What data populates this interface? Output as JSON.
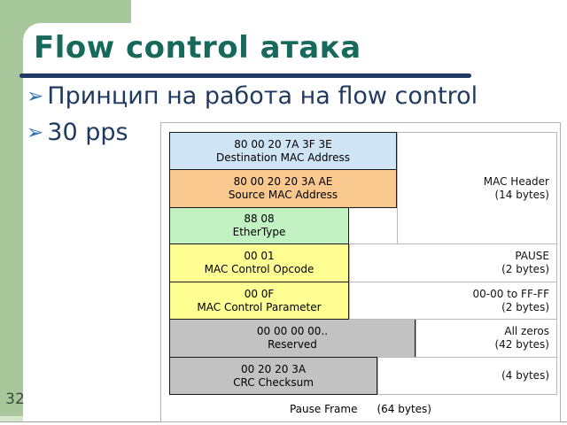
{
  "slide": {
    "number": "32",
    "title": "Flow control атака",
    "bullet_char": "➢",
    "bullets": [
      {
        "text": "Принцип на работа на flow control"
      },
      {
        "text": "30 pps"
      }
    ]
  },
  "diagram": {
    "fields": [
      {
        "hex": "80 00 20 7A 3F 3E",
        "name": "Destination MAC Address"
      },
      {
        "hex": "80 00 20 20 3A AE",
        "name": "Source MAC Address"
      },
      {
        "hex": "88 08",
        "name": "EtherType"
      },
      {
        "hex": "00 01",
        "name": "MAC Control Opcode"
      },
      {
        "hex": "00 0F",
        "name": "MAC Control Parameter"
      },
      {
        "hex": "00 00 00 00..",
        "name": "Reserved"
      },
      {
        "hex": "00 20 20 3A",
        "name": "CRC Checksum"
      }
    ],
    "labels": [
      {
        "line1": "MAC Header",
        "line2": "(14 bytes)"
      },
      {
        "line1": "PAUSE",
        "line2": "(2 bytes)"
      },
      {
        "line1": "00-00 to FF-FF",
        "line2": "(2 bytes)"
      },
      {
        "line1": "All zeros",
        "line2": "(42 bytes)"
      },
      {
        "line1": "",
        "line2": "(4 bytes)"
      }
    ],
    "caption": {
      "left": "Pause Frame",
      "right": "(64 bytes)"
    }
  },
  "colors": {
    "accent_green": "#a7c89b",
    "title_teal": "#17695c",
    "rule_navy": "#1f3864",
    "bullet_blue": "#2e74b5",
    "field_blue": "#cfe4f4",
    "field_orange": "#f9c88e",
    "field_green": "#c2f2c2",
    "field_yellow": "#ffff94",
    "field_gray": "#c2c2c2"
  }
}
